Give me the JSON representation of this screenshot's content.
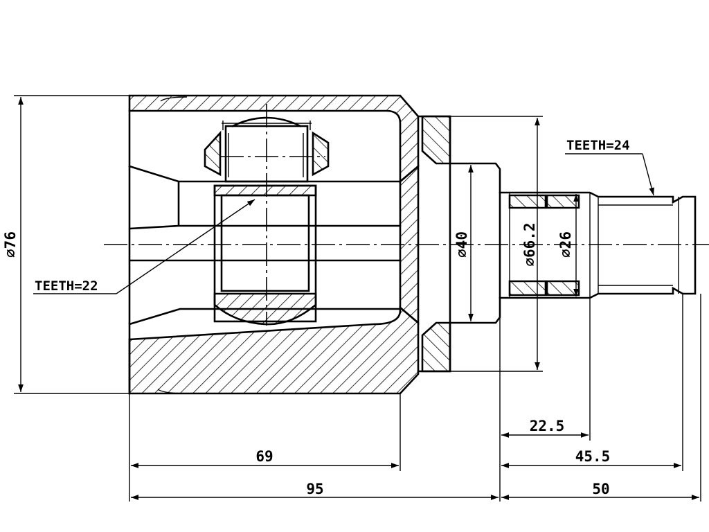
{
  "labels": {
    "teeth_inner": "TEETH=22",
    "teeth_outer": "TEETH=24"
  },
  "dimensions": {
    "overall_diameter": "⌀76",
    "bore_diameter": "⌀40",
    "seal_diameter": "⌀66.2",
    "shaft_diameter": "⌀26",
    "housing_length": "69",
    "body_length": "95",
    "spline_start": "22.5",
    "spline_end": "45.5",
    "stub_length": "50"
  }
}
